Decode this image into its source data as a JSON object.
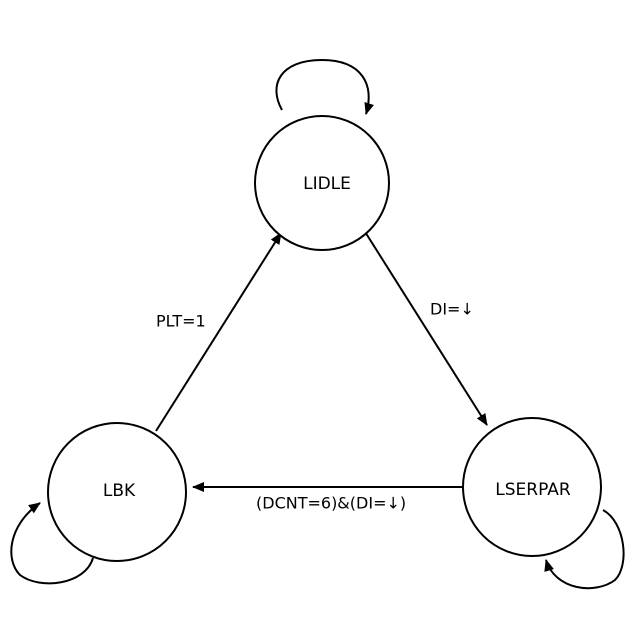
{
  "states": {
    "lidle": {
      "label": "LIDLE"
    },
    "lserpar": {
      "label": "LSERPAR"
    },
    "lbk": {
      "label": "LBK"
    }
  },
  "transitions": {
    "lidle_to_lserpar": {
      "label": "DI=↓"
    },
    "lserpar_to_lbk": {
      "label": "(DCNT=6)&(DI=↓)"
    },
    "lbk_to_lidle": {
      "label": "PLT=1"
    }
  },
  "colors": {
    "stroke": "#000000",
    "background": "#ffffff"
  }
}
